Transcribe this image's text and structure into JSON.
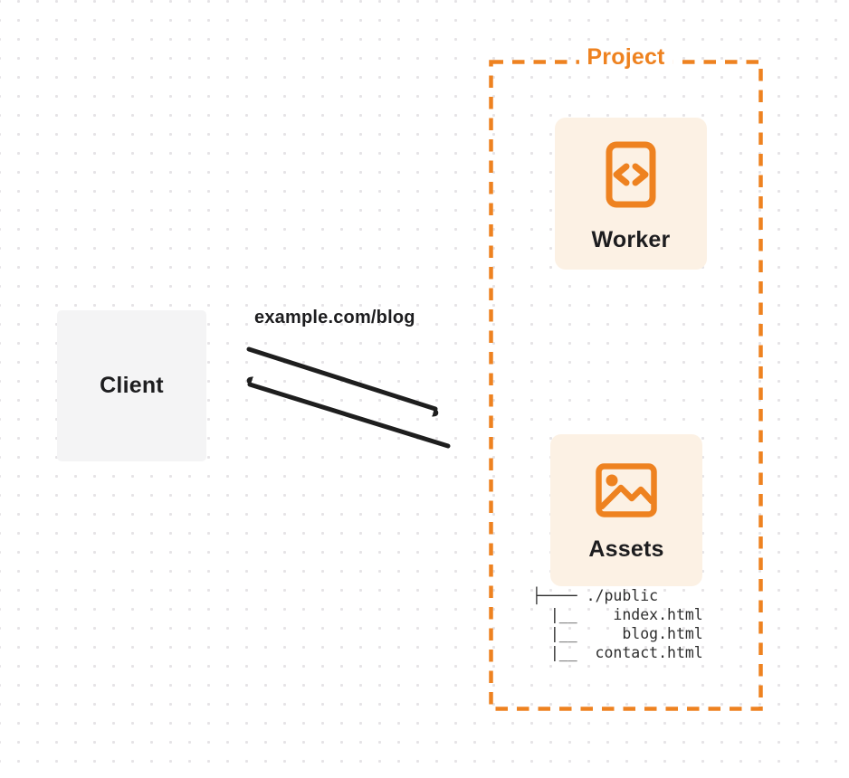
{
  "client": {
    "label": "Client"
  },
  "request_label": "example.com/blog",
  "project": {
    "label": "Project",
    "worker": {
      "label": "Worker",
      "icon": "code-document-icon"
    },
    "assets": {
      "label": "Assets",
      "icon": "image-icon"
    },
    "file_tree": {
      "lines": [
        "├──── ./public",
        "  |__    index.html",
        "  |__     blog.html",
        "  |__  contact.html"
      ]
    }
  },
  "colors": {
    "accent_orange": "#ee8220",
    "card_cream": "#fcf1e4",
    "client_gray": "#f4f4f5",
    "arrow_black": "#1e1e1e",
    "dot_grid": "#e5e3e6",
    "text_dark": "#1d1d1f"
  }
}
